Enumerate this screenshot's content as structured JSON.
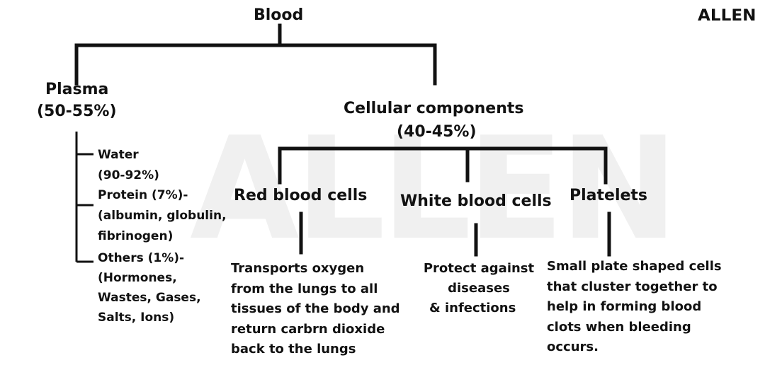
{
  "logo": "ALLEN",
  "watermark": "ALLEN",
  "root": "Blood",
  "plasma": {
    "title": "Plasma",
    "percent": "(50-55%)",
    "water": [
      "Water",
      "(90-92%)"
    ],
    "protein": [
      "Protein (7%)-",
      "(albumin, globulin,",
      "fibrinogen)"
    ],
    "others": [
      "Others (1%)-",
      "(Hormones,",
      "Wastes, Gases,",
      "Salts, Ions)"
    ]
  },
  "cellular": {
    "title": "Cellular components",
    "percent": "(40-45%)"
  },
  "rbc": {
    "title": "Red blood cells",
    "desc": [
      "Transports oxygen",
      "from the lungs to all",
      "tissues of the body and",
      "return carbrn dioxide",
      "back to the lungs"
    ]
  },
  "wbc": {
    "title": "White blood cells",
    "desc": [
      "Protect against",
      "diseases",
      "& infections"
    ]
  },
  "platelets": {
    "title": "Platelets",
    "desc": [
      "Small plate shaped cells",
      "that cluster together to",
      "help in forming blood",
      "clots when bleeding",
      "occurs."
    ]
  }
}
